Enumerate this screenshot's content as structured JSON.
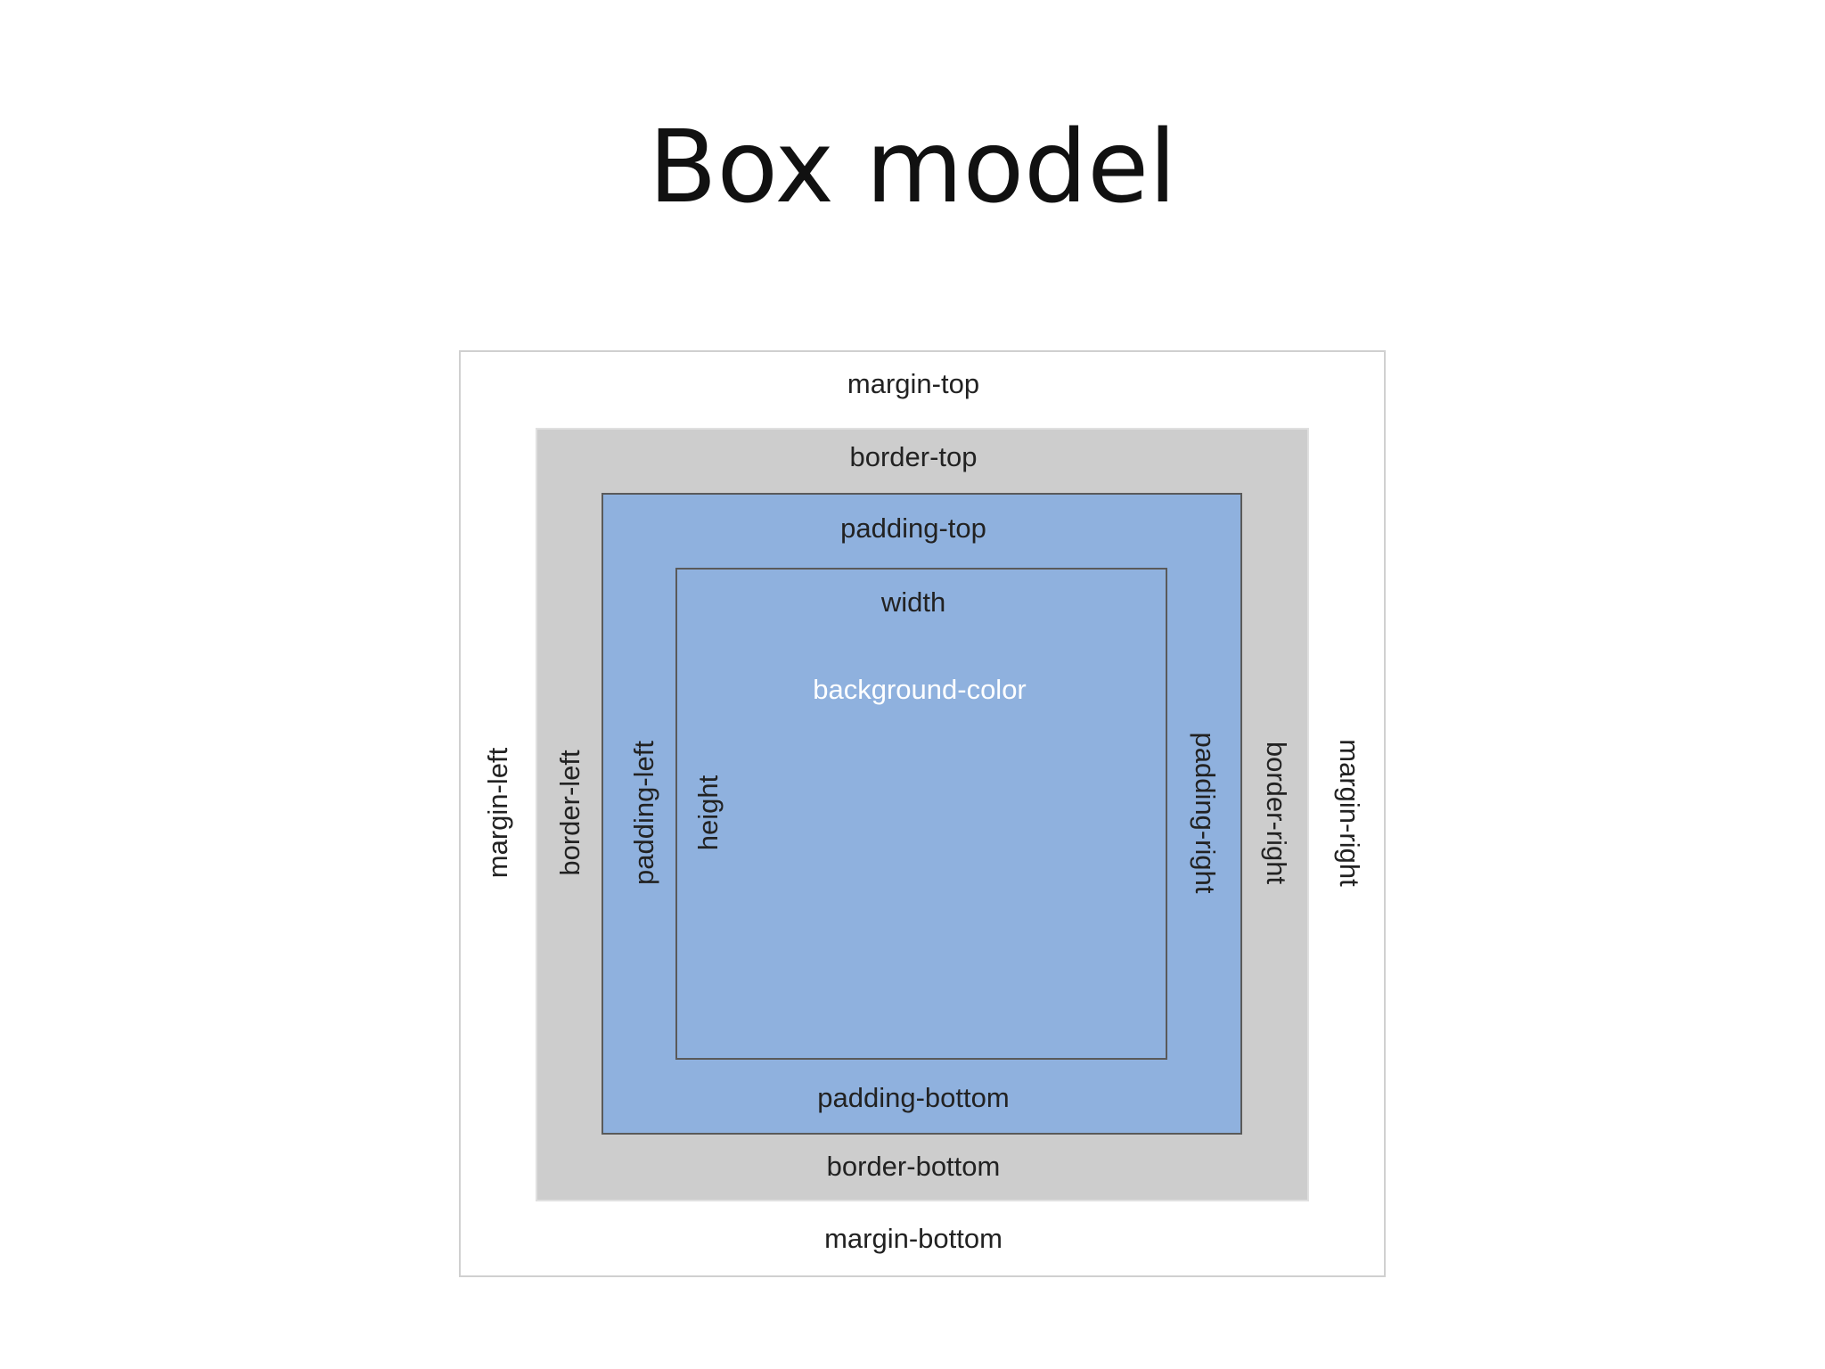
{
  "title": "Box model",
  "diagram": {
    "labels": {
      "margin_top": "margin-top",
      "border_top": "border-top",
      "padding_top": "padding-top",
      "width": "width",
      "background_color": "background-color",
      "height": "height",
      "padding_bottom": "padding-bottom",
      "border_bottom": "border-bottom",
      "margin_bottom": "margin-bottom",
      "margin_left": "margin-left",
      "border_left": "border-left",
      "padding_left": "padding-left",
      "padding_right": "padding-right",
      "border_right": "border-right",
      "margin_right": "margin-right"
    },
    "colors": {
      "margin_area": "#ffffff",
      "border_area": "#cdcdcd",
      "padding_area": "#8fb1de",
      "content_area": "#8fb1de",
      "background_color_label": "#ffffff"
    }
  }
}
